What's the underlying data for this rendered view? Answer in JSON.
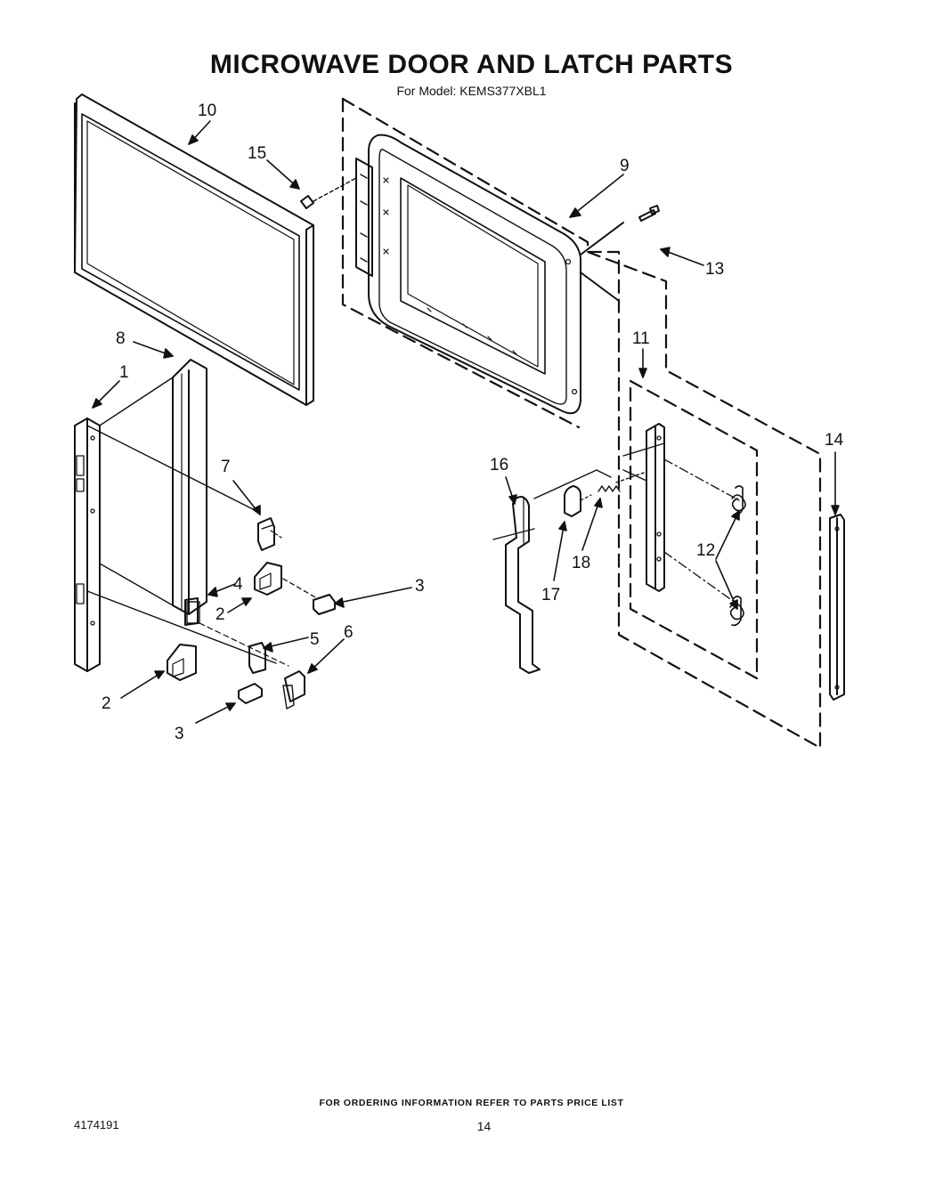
{
  "title": "MICROWAVE DOOR AND LATCH PARTS",
  "model_line": "For Model: KEMS377XBL1",
  "footer_note": "FOR ORDERING INFORMATION REFER TO PARTS PRICE LIST",
  "doc_number": "4174191",
  "page_number": "14",
  "callouts": {
    "p1": "1",
    "p2a": "2",
    "p2b": "2",
    "p3a": "3",
    "p3b": "3",
    "p4": "4",
    "p5": "5",
    "p6": "6",
    "p7": "7",
    "p8": "8",
    "p9": "9",
    "p10": "10",
    "p11": "11",
    "p12": "12",
    "p13": "13",
    "p14": "14",
    "p15": "15",
    "p16": "16",
    "p17": "17",
    "p18": "18"
  }
}
